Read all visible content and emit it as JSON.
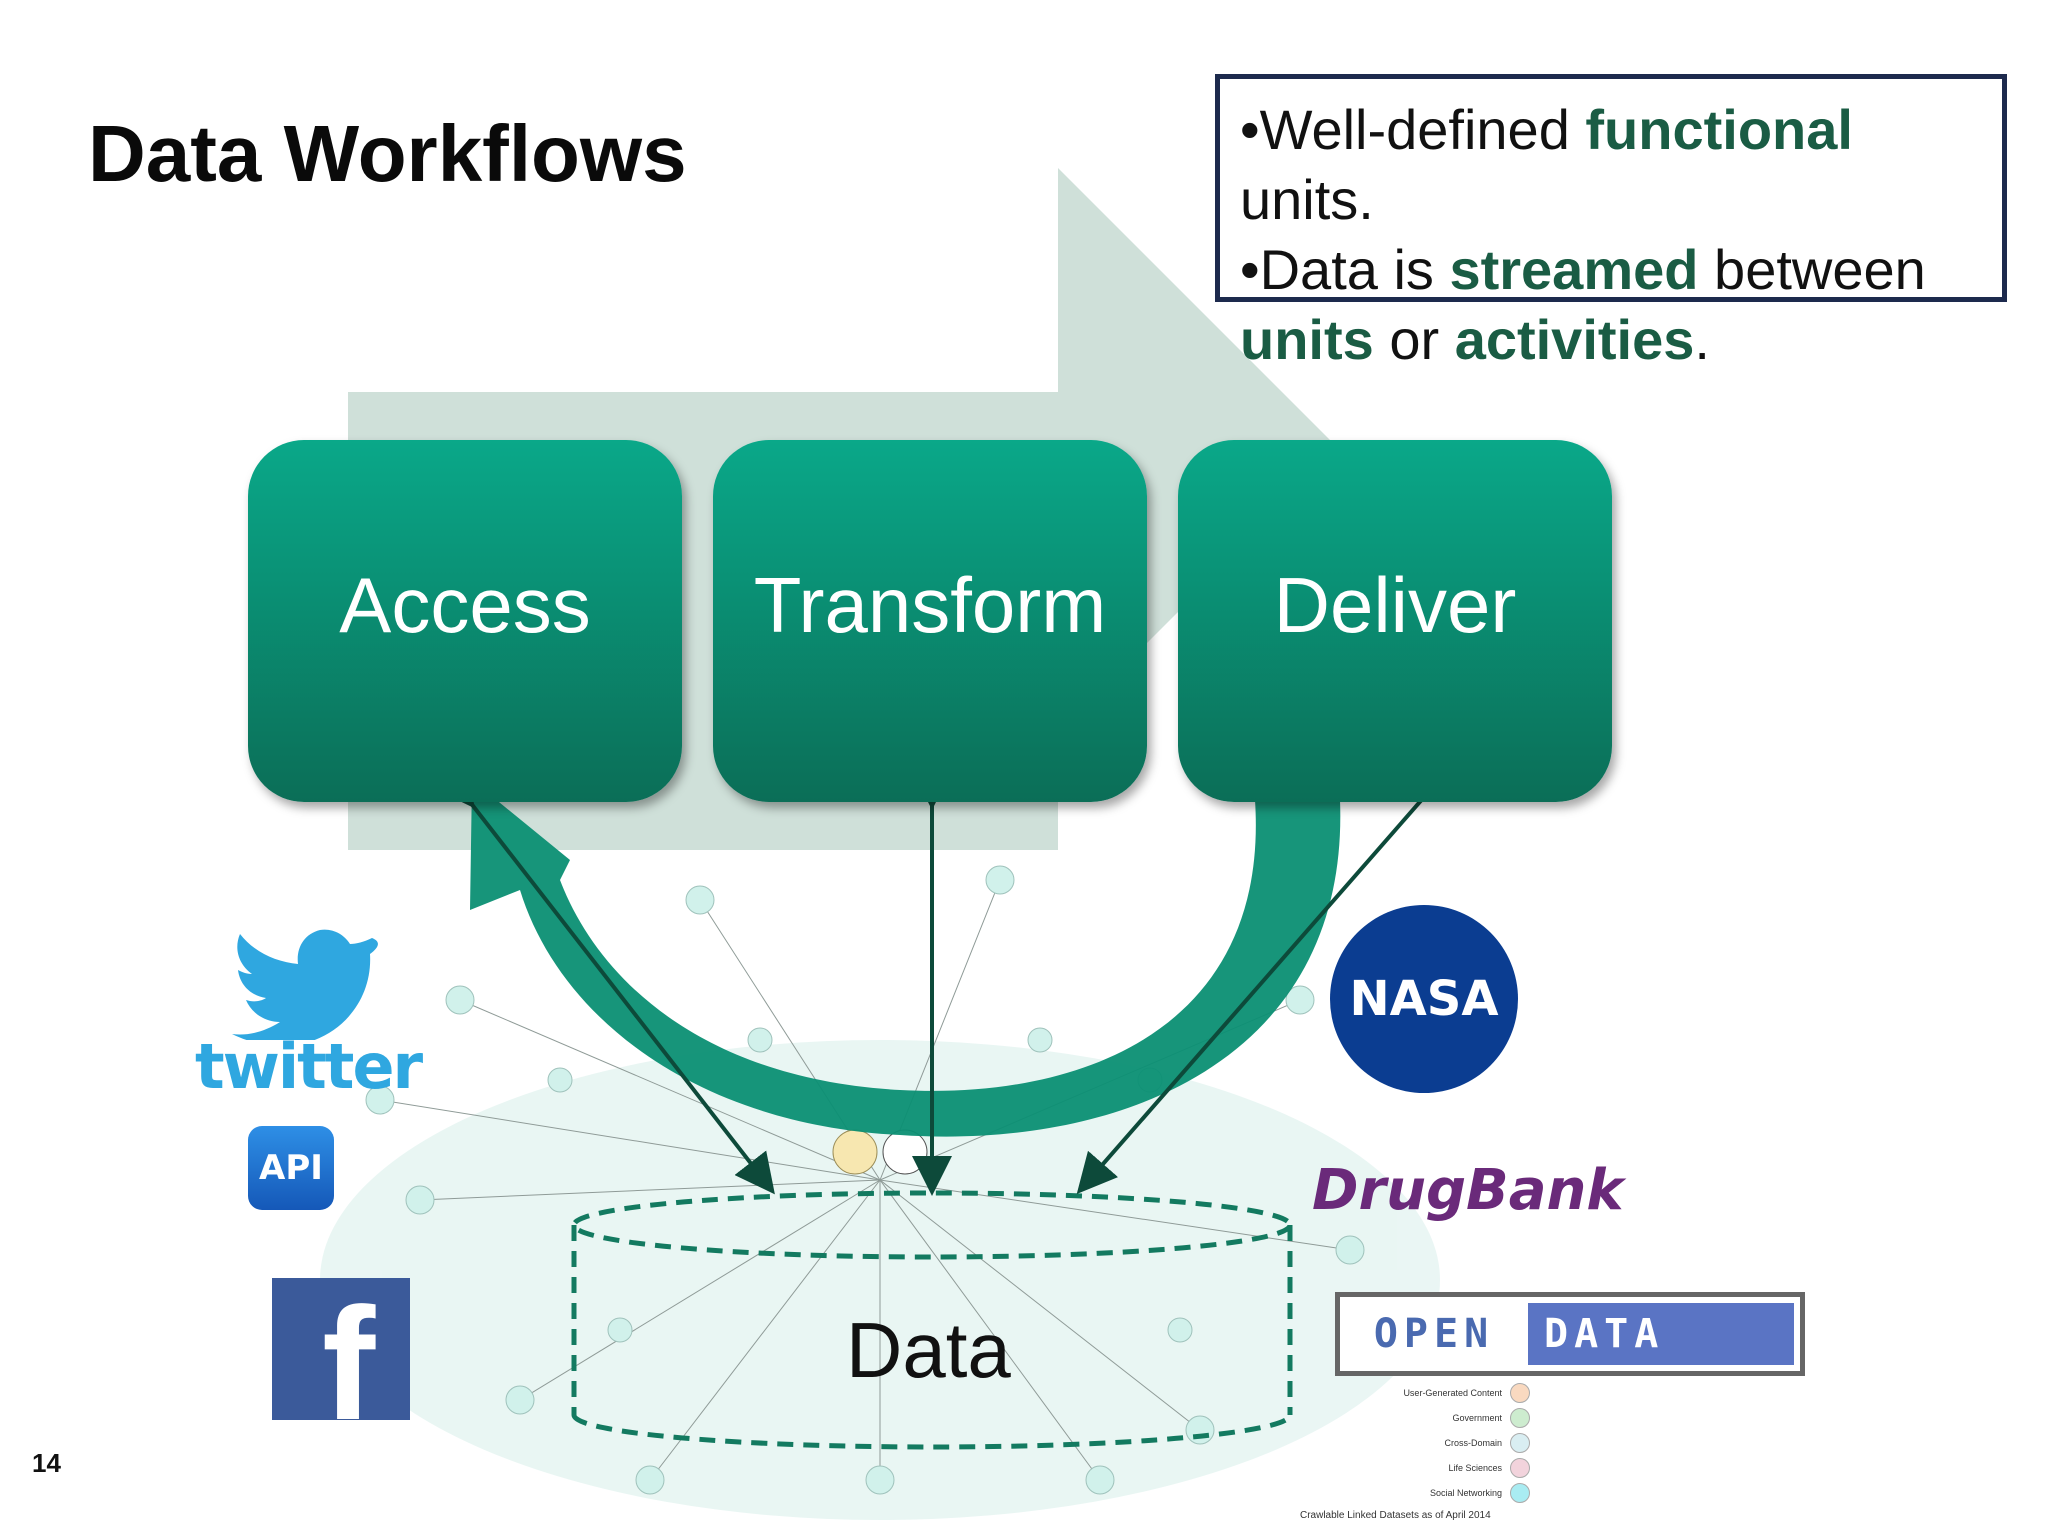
{
  "slide": {
    "title": "Data Workflows",
    "page_number": "14"
  },
  "callout": {
    "line1_pre": "•Well-defined ",
    "line1_bold": "functional",
    "line1_post": " units.",
    "line2_pre": "•Data is ",
    "line2_bold": "streamed",
    "line2_post": " between",
    "line3_bold1": "units",
    "line3_mid": " or ",
    "line3_bold2": "activities",
    "line3_post": "."
  },
  "steps": [
    {
      "label": "Access"
    },
    {
      "label": "Transform"
    },
    {
      "label": "Deliver"
    }
  ],
  "data_store": {
    "label": "Data"
  },
  "logos": {
    "twitter": "twitter",
    "api": "API",
    "facebook": "f",
    "nasa": "NASA",
    "drugbank": "DrugBank",
    "open_data_1": "OPEN",
    "open_data_2": "DATA"
  },
  "lod_legend": {
    "items": [
      {
        "label": "User-Generated Content",
        "color": "#f9d9c0"
      },
      {
        "label": "Government",
        "color": "#cdeccf"
      },
      {
        "label": "Cross-Domain",
        "color": "#d9eef2"
      },
      {
        "label": "Life Sciences",
        "color": "#f2d3dc"
      },
      {
        "label": "Social Networking",
        "color": "#a9ecf2"
      }
    ],
    "caption": "Crawlable Linked Datasets as of April 2014"
  },
  "colors": {
    "step_top": "#0aa889",
    "step_bottom": "#0b6e57",
    "arrow_bg": "#cfe0d9",
    "curve_arrow": "#0b8f73",
    "dashed_outline": "#137a60",
    "connector": "#0d4a3a"
  }
}
